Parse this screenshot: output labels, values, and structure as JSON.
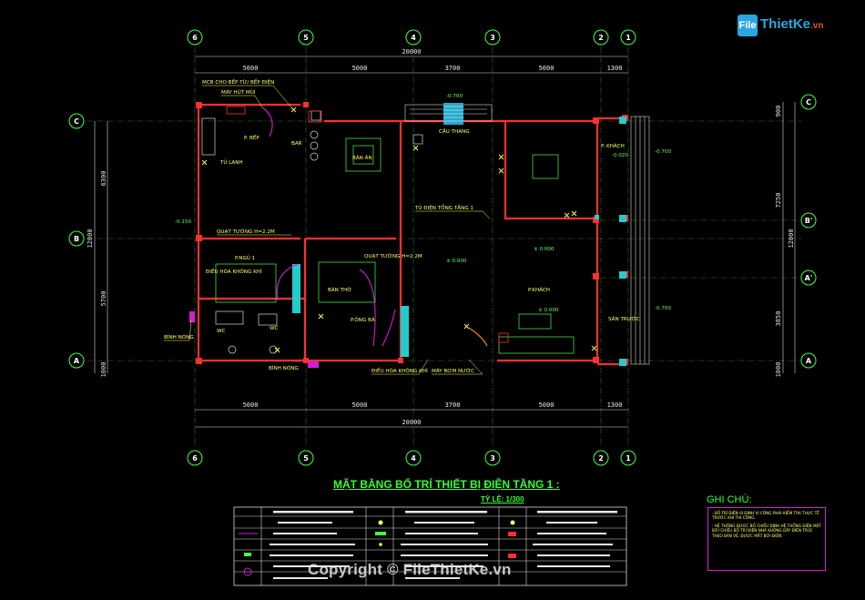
{
  "logo": {
    "box_text": "File",
    "name": "ThietKe",
    "tld": ".vn"
  },
  "plan_title": "MẶT BẰNG BỐ TRÍ THIẾT BỊ ĐIỆN TẦNG 1 :",
  "scale": "TỶ LỆ: 1/300",
  "notes": {
    "title": "GHI CHÚ:",
    "lines": [
      "- BỐ TRÍ ĐIỆN VỊ ĐỊNH VỊ CÔNG PHẢI KIỂM TRA THỰC TẾ TRƯỚC KHI THI CÔNG.",
      "- HỆ THỐNG ĐƯỢC BỐ CHIẾU ĐỊNH HỆ THỐNG ĐIỆN MẶT BỜI CHIỀU BỐ TRÍ ĐIỆN NHÀ KHÔNG DÂY ĐIỆN TRÚC THEO BẢN VẼ, ĐƯỢC MẮT BƠI ĐIỆN."
    ]
  },
  "copyright": "Copyright © FileThietKe.vn",
  "grid": {
    "top_axes": [
      "6",
      "5",
      "4",
      "3",
      "2",
      "1"
    ],
    "bottom_axes": [
      "6",
      "5",
      "4",
      "3",
      "2",
      "1"
    ],
    "left_axes": [
      "C",
      "B",
      "A"
    ],
    "right_axes": [
      "C",
      "B'",
      "A'",
      "A"
    ],
    "top_dims": [
      "5000",
      "5000",
      "3700",
      "5000",
      "1300"
    ],
    "top_total": "20000",
    "bottom_dims": [
      "5000",
      "5000",
      "3700",
      "5000",
      "1300"
    ],
    "bottom_total": "20000",
    "left_dims": [
      "6300",
      "5700",
      "1000"
    ],
    "left_total": "12000",
    "right_dims": [
      "900",
      "7250",
      "3850",
      "1000"
    ],
    "right_total": "12000"
  },
  "rooms": {
    "kitchen": "P. BẾP",
    "dining": "BÀN ĂN",
    "fridge": "TỦ LẠNH",
    "bar": "BAR",
    "staircase": "CẦU THANG",
    "office": "P. KHÁCH",
    "bed1": "P.NGỦ 1",
    "bed_master": "P.ÔNG BÀ",
    "wc1": "WC",
    "wc2": "WC",
    "worship": "BÀN THỜ",
    "living": "P.KHÁCH",
    "garage": "SÂN TRƯỚC"
  },
  "labels": {
    "mcb_kitchen": "MCB CHO BẾP TỪ/ BẾP ĐIỆN",
    "hood": "MÁY HÚT MÙI",
    "main_panel": "TỦ ĐIỆN TỔNG TẦNG 1",
    "ceiling_fan_1": "QUẠT TƯỜNG H=2.2M",
    "ceiling_fan_2": "QUẠT TƯỜNG H=2.2M",
    "ac_1": "ĐIỀU HÒA KHÔNG KHÍ",
    "ac_2": "ĐIỀU HÒA KHÔNG KHÍ",
    "water_heater_1": "BÌNH NÓNG",
    "water_heater_2": "BÌNH NÓNG",
    "pump": "MÁY BƠM NƯỚC",
    "lvl_1": "-0.700",
    "lvl_2": "± 0.000",
    "lvl_3": "± 0.000",
    "lvl_4": "-0.700",
    "lvl_5": "-0.150",
    "lvl_6": "-0.700",
    "lvl_7": "± 0.000",
    "lvl_8": "-0.020"
  },
  "legend": {
    "rows": 6,
    "columns": 3
  }
}
